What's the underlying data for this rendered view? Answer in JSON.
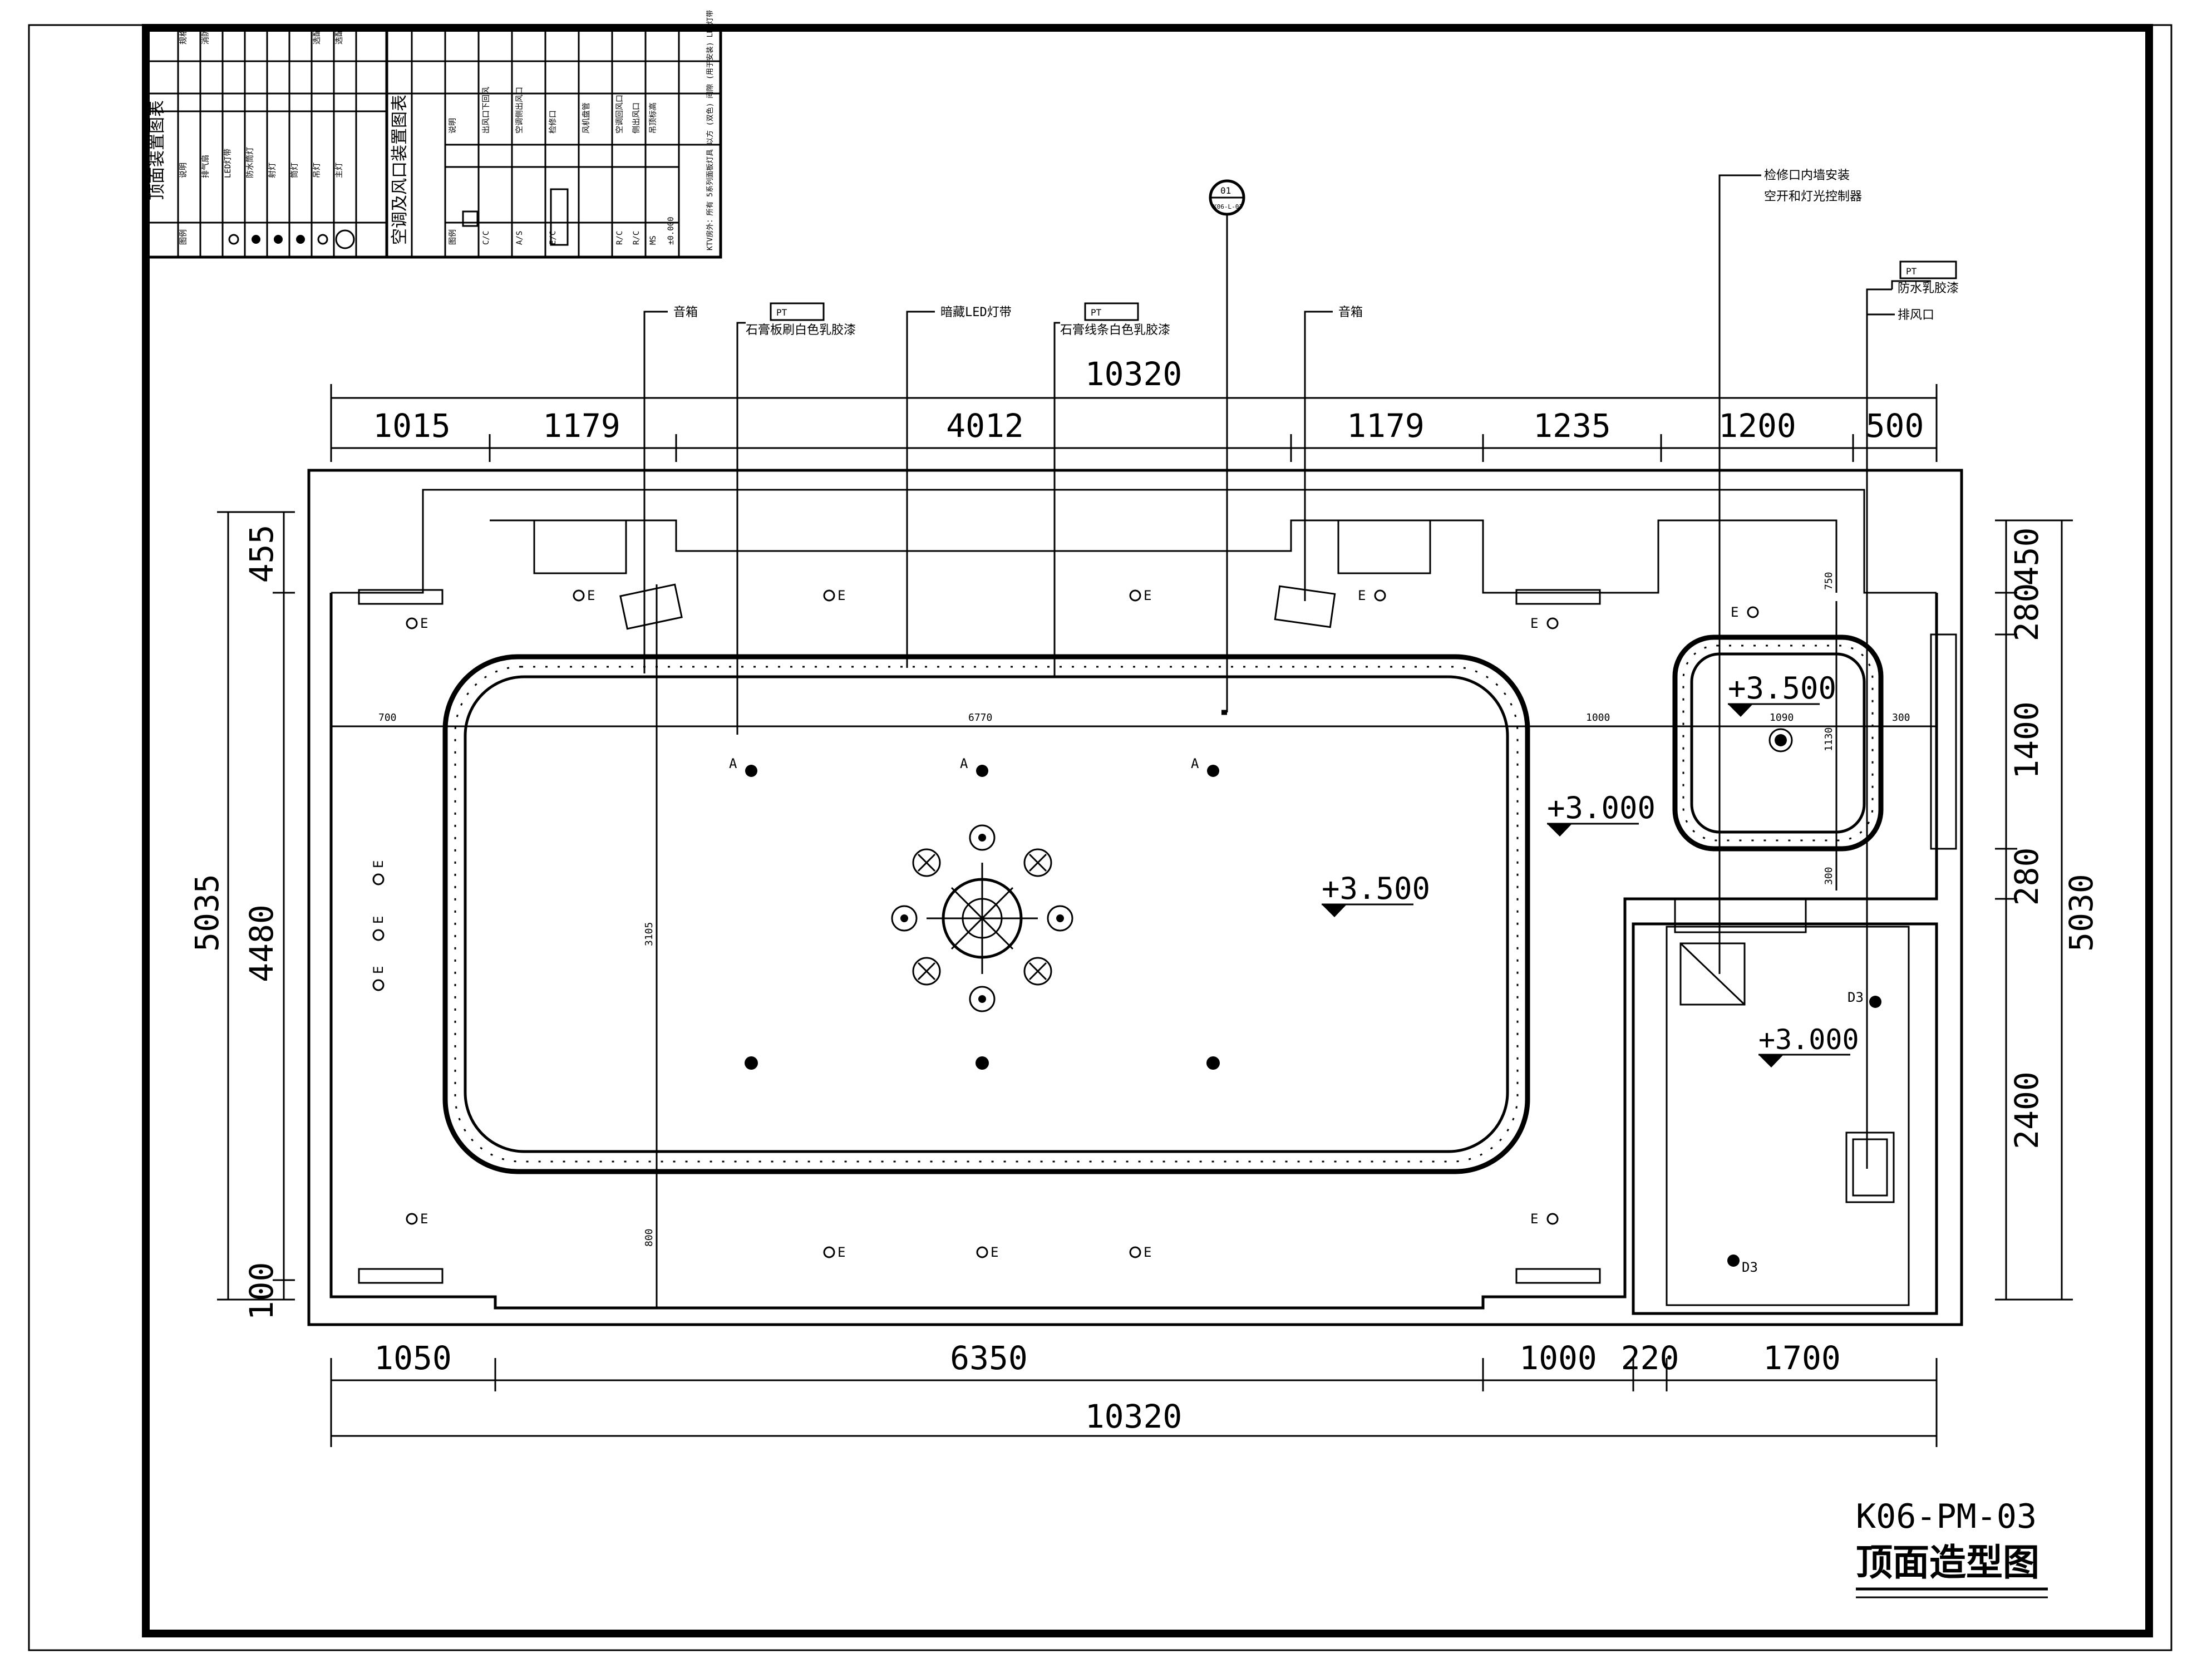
{
  "drawing": {
    "number": "K06-PM-03",
    "title": "顶面造型图"
  },
  "legend_ceiling": {
    "title": "顶面装置图表",
    "header": {
      "col1": "图例",
      "col2": "说明",
      "col3": "规格"
    },
    "rows": [
      {
        "desc": "排气扇",
        "spec": "消防"
      },
      {
        "desc": "LED灯带",
        "spec": ""
      },
      {
        "desc": "防水筒灯",
        "spec": ""
      },
      {
        "desc": "射灯",
        "spec": ""
      },
      {
        "desc": "筒灯",
        "spec": ""
      },
      {
        "desc": "吊灯",
        "spec": "选配"
      },
      {
        "desc": "主灯",
        "spec": "选配"
      }
    ]
  },
  "legend_ac": {
    "title": "空调及风口装置图表",
    "header": {
      "col1": "图例",
      "col2": "说明"
    },
    "rows": [
      {
        "symbol": "C/C",
        "desc": "出风口下回风"
      },
      {
        "symbol": "A/S",
        "desc": "空调侧出风口"
      },
      {
        "symbol": "E/C",
        "desc": "检修口"
      },
      {
        "symbol": "",
        "desc": "风机盘管"
      },
      {
        "symbol": "R/C",
        "desc": "空调回风口"
      },
      {
        "symbol": "R/C",
        "desc": "侧出风口"
      },
      {
        "symbol": "MS",
        "desc": "吊顶标高"
      },
      {
        "symbol": "±0.000",
        "desc": ""
      }
    ],
    "note": "KTV房外：所有 5系列面板灯具 以方 (双色) 间隙 (用于安装) LED灯带"
  },
  "callouts": {
    "c1": "音箱",
    "c2": "石膏板刷白色乳胶漆",
    "c3": "暗藏LED灯带",
    "c4": "石膏线条白色乳胶漆",
    "c5": "音箱",
    "c6a": "检修口内墙安装",
    "c6b": "空开和灯光控制器",
    "c7": "防水乳胶漆",
    "c8": "排风口",
    "pt": "PT",
    "section_no": "01",
    "section_ref": "K06-L-03"
  },
  "dims_top_total": "10320",
  "dims_top": [
    "1015",
    "1179",
    "4012",
    "1179",
    "1235",
    "1200",
    "500"
  ],
  "dims_bottom": [
    "1050",
    "6350",
    "1000",
    "220",
    "1700"
  ],
  "dims_bottom_total": "10320",
  "dims_left_outer": "5035",
  "dims_left": [
    "455",
    "4480",
    "100"
  ],
  "dims_right": [
    "450",
    "280",
    "1400",
    "280",
    "2400"
  ],
  "dims_right_total": "5030",
  "small_dims": {
    "d700": "700",
    "d6770": "6770",
    "d1000": "1000",
    "d1090": "1090",
    "d300a": "300",
    "d3105": "3105",
    "d800": "800",
    "d750": "750",
    "d1130": "1130",
    "d300b": "300"
  },
  "elevations": {
    "main_center": "+3.500",
    "main_side": "+3.000",
    "toilet_top": "+3.500",
    "toilet_bottom": "+3.000"
  },
  "fixture_labels": {
    "a": "A",
    "d3": "D3",
    "e": "E"
  }
}
